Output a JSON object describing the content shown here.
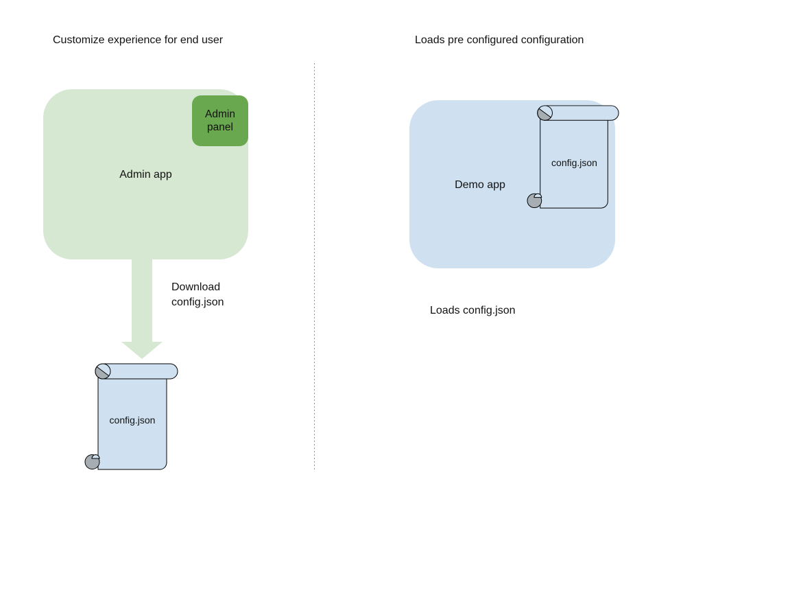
{
  "left_section": {
    "title": "Customize experience for end user",
    "admin_app": {
      "label": "Admin app"
    },
    "admin_panel": {
      "label": "Admin panel"
    },
    "download_annotation": "Download config.json",
    "config_file": {
      "label": "config.json"
    }
  },
  "right_section": {
    "title": "Loads pre configured configuration",
    "demo_app": {
      "label": "Demo app"
    },
    "config_file": {
      "label": "config.json"
    },
    "loads_annotation": "Loads config.json"
  },
  "colors": {
    "admin_app_fill": "#d7e8d2",
    "admin_panel_fill": "#6aa84f",
    "arrow_fill": "#d7e8d2",
    "demo_app_fill": "#cfe1f1",
    "scroll_fill": "#cfe1f1",
    "scroll_curl_shade": "#a6adb3",
    "shape_outline": "#000000",
    "divider_gray": "#909090",
    "text": "#111111",
    "background": "#ffffff"
  },
  "icons": {
    "down_arrow_icon": "block-arrow-down",
    "scroll_document_icon": "paper-scroll"
  }
}
